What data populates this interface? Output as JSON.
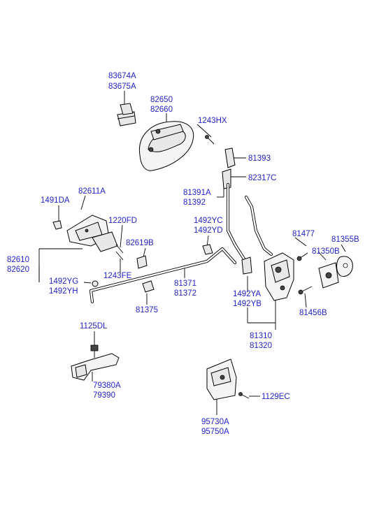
{
  "diagram": {
    "labels": {
      "l83674A": "83674A",
      "l83675A": "83675A",
      "l82650": "82650",
      "l82660": "82660",
      "l1243HX": "1243HX",
      "l81393": "81393",
      "l82317C": "82317C",
      "l81391A": "81391A",
      "l81392": "81392",
      "l82611A": "82611A",
      "l1491DA": "1491DA",
      "l1220FD": "1220FD",
      "l82619B": "82619B",
      "l1492YC": "1492YC",
      "l1492YD": "1492YD",
      "l81477": "81477",
      "l81355B": "81355B",
      "l81350B": "81350B",
      "l82610": "82610",
      "l82620": "82620",
      "l1243FE": "1243FE",
      "l1492YG": "1492YG",
      "l1492YH": "1492YH",
      "l81371": "81371",
      "l81372": "81372",
      "l1492YA": "1492YA",
      "l1492YB": "1492YB",
      "l81456B": "81456B",
      "l81375": "81375",
      "l81310": "81310",
      "l81320": "81320",
      "l1125DL": "1125DL",
      "l79380A": "79380A",
      "l79390": "79390",
      "l1129EC": "1129EC",
      "l95730A": "95730A",
      "l95750A": "95750A"
    },
    "colors": {
      "label": "#2323c8",
      "line": "#000000",
      "part_fill": "#e8e8e8"
    }
  }
}
